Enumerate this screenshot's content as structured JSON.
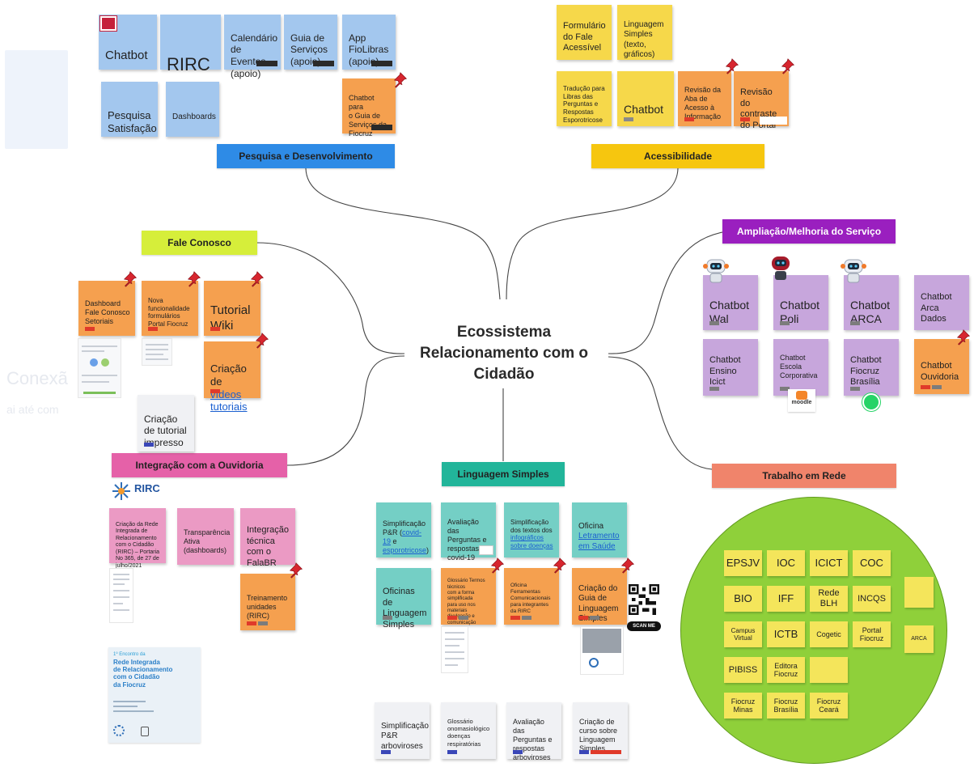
{
  "center": {
    "title": "Ecossistema\nRelacionamento com o\nCidadão"
  },
  "branches": {
    "pesquisa": "Pesquisa e Desenvolvimento",
    "acessibilidade": "Acessibilidade",
    "fale_conosco": "Fale Conosco",
    "ampliacao": "Ampliação/Melhoria do Serviço",
    "ouvidoria": "Integração com a Ouvidoria",
    "linguagem": "Linguagem Simples",
    "trabalho": "Trabalho em Rede"
  },
  "pesquisa_notes": [
    "Chatbot",
    "RIRC",
    "Calendário\nde Eventos\n(apoio)",
    "Guia de\nServiços\n(apoio)",
    "App\nFioLibras\n(apoio)",
    "Pesquisa\nSatisfação",
    "Dashboards",
    "Chatbot para\no Guia de\nServiços da\nFiocruz"
  ],
  "acess_notes": [
    "Formulário\ndo Fale\nAcessível",
    "Linguagem\nSimples\n(texto,\ngráficos)",
    "Tradução para\nLibras das\nPerguntas e\nRespostas\nEsporotricose",
    "Chatbot",
    "Revisão da\nAba de\nAcesso à\nInformação",
    "Revisão do\ncontraste\ndo Portal"
  ],
  "fale_notes": [
    "Dashboard\nFale Conosco\nSetoriais",
    "Nova\nfuncionalidade\nformulários\nPortal Fiocruz",
    "Tutorial\nWiki",
    "Criação\nde ",
    "vídeos\ntutoriais",
    "Criação\nde tutorial\nimpresso"
  ],
  "ampliacao_notes": [
    "Chatbot\nWal",
    "Chatbot\nPoli",
    "Chatbot\nARCA",
    "Chatbot\nArca\nDados",
    "Chatbot\nEnsino\nIcict",
    "Chatbot\nEscola\nCorporativa",
    "Chatbot\nFiocruz\nBrasília",
    "Chatbot\nOuvidoria"
  ],
  "ampliacao_labels": {
    "moodle": "moodle"
  },
  "ouvidoria_notes": [
    "Criação da Rede\nIntegrada de\nRelacionamento\ncom o Cidadão\n(RIRC) – Portaria\nNo 365, de 27 de\njulho/2021",
    "Transparência\nAtiva\n(dashboards)",
    "Integração\ntécnica\ncom o\nFalaBR",
    "Treinamento\nunidades\n(RIRC)"
  ],
  "rirc_logo": "RIRC",
  "encontro": {
    "line1": "1º Encontro da",
    "line2": "Rede Integrada\nde Relacionamento\ncom o Cidadão\nda Fiocruz"
  },
  "linguagem_notes": {
    "n1a": "Simplificação\nP&R (",
    "n1b": "covid-19",
    "n1c": " e\n",
    "n1d": "esporotricose",
    "n1e": ")",
    "n2": "Avaliação das\nPerguntas e\nrespostas\ncovid-19",
    "n3a": "Simplificação\ndos textos dos\n",
    "n3b": "infográficos\nsobre doenças",
    "n4a": "Oficina\n",
    "n4b": "Letramento\nem Saúde",
    "n5": "Oficinas de\nLinguagem\nSimples",
    "n6": "Glossário Termos técnicos\ncom a forma\nsimplificada\npara uso nos\nmateriais\ndivulgação e\ncomunicação",
    "n7": "Oficina\nFerramentas\nComunicacionais\npara integrantes\nda RIRC",
    "n8": "Criação do\nGuia de\nLinguagem\nSimples",
    "n9": "Simplificação\nP&R\narboviroses",
    "n10": "Glossário\nonomasiológico\ndoenças\nrespiratórias",
    "n11": "Avaliação das\nPerguntas e\nrespostas\narboviroses",
    "n12": "Criação de\ncurso sobre\nLinguagem\nSimples"
  },
  "scan_label": "SCAN ME",
  "rede_orgs": [
    "EPSJV",
    "IOC",
    "ICICT",
    "COC",
    "BIO",
    "IFF",
    "Rede\nBLH",
    "INCQS",
    "Campus\nVirtual",
    "ICTB",
    "Cogetic",
    "Portal\nFiocruz",
    "PIBISS",
    "Editora\nFiocruz",
    "",
    "Fiocruz\nMinas",
    "Fiocruz\nBrasília",
    "Fiocruz\nCeará"
  ],
  "rede_side": [
    "",
    "ARCA"
  ],
  "colors": {
    "blue_header": "#2e8be6",
    "yellow_header": "#f6c60f",
    "lime_header": "#d6ee3a",
    "purple_header": "#9a1fbf",
    "pink_header": "#e561a8",
    "teal_header": "#22b59a",
    "salmon_header": "#f0846b",
    "green_circle": "#8fd03a",
    "pin_red": "#d7262f"
  },
  "ghost_text": [
    "Conexã",
    "ai até com"
  ]
}
